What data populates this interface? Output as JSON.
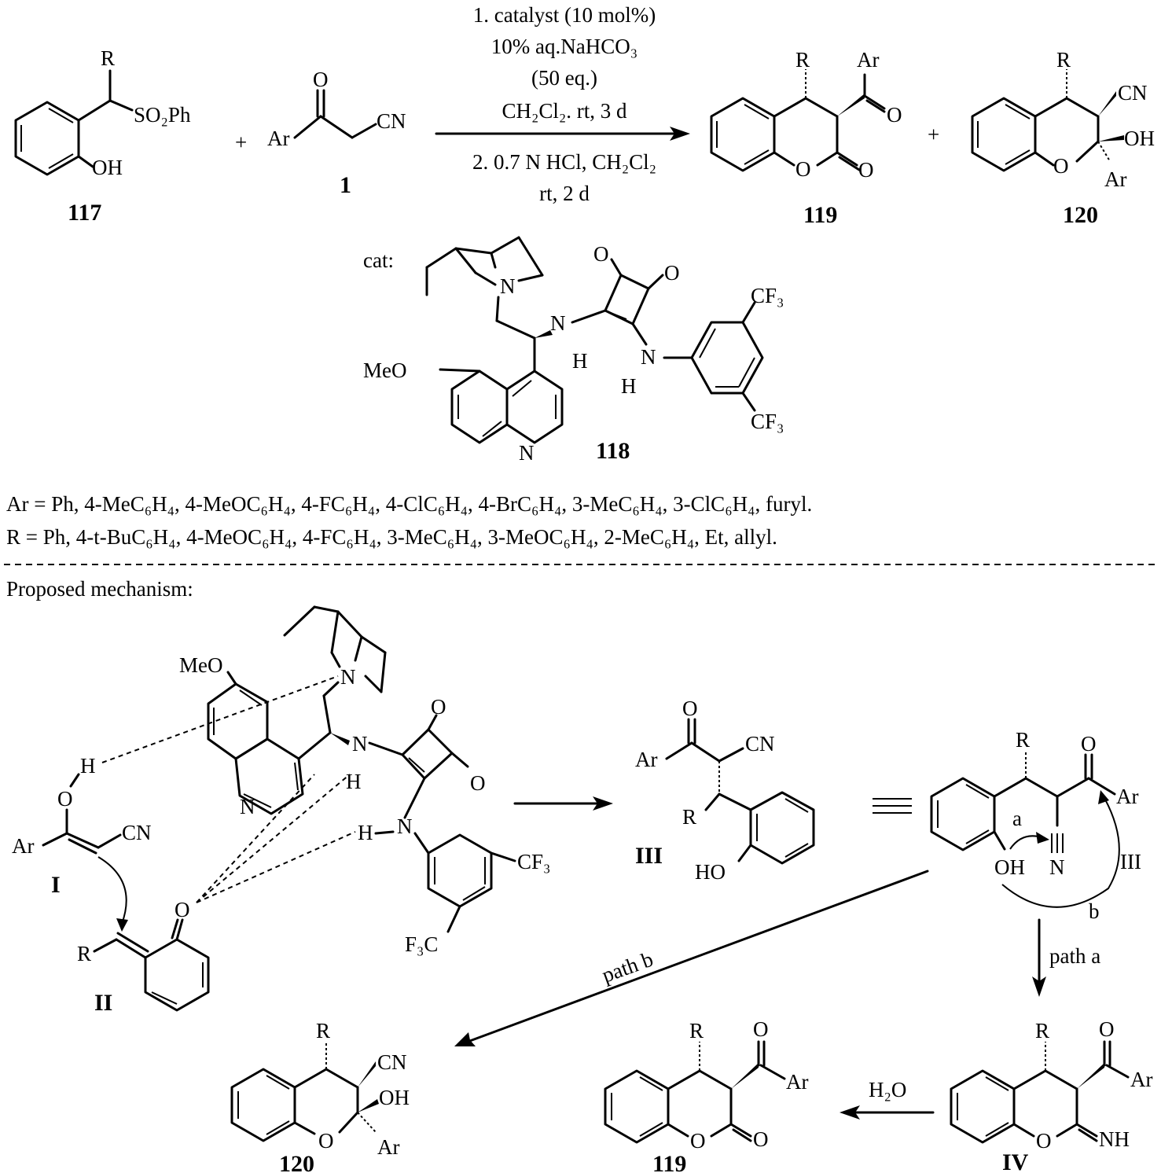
{
  "reaction": {
    "conditions": [
      "1. catalyst (10 mol%)",
      "10% aq.NaHCO₃",
      "(50 eq.)",
      "CH₂Cl₂. rt, 3 d",
      "2. 0.7 N HCl, CH₂Cl₂",
      "rt, 2 d"
    ],
    "plus": "+",
    "compounds": {
      "c117": "117",
      "c1": "1",
      "c119": "119",
      "c120": "120",
      "c118": "118"
    },
    "atoms": {
      "R": "R",
      "SO2Ph": "SO₂Ph",
      "OH": "OH",
      "O": "O",
      "Ar": "Ar",
      "CN": "CN",
      "N": "N",
      "H": "H",
      "MeO": "MeO",
      "CF3": "CF₃",
      "F3C": "F₃C",
      "NH": "NH",
      "HO": "HO"
    },
    "cat_label": "cat:"
  },
  "scope": {
    "ar_line": "Ar = Ph, 4-MeC₆H₄, 4-MeOC₆H₄, 4-FC₆H₄, 4-ClC₆H₄, 4-BrC₆H₄, 3-MeC₆H₄, 3-ClC₆H₄, furyl.",
    "r_line": "R = Ph, 4-t-BuC₆H₄, 4-MeOC₆H₄, 4-FC₆H₄, 3-MeC₆H₄, 3-MeOC₆H₄, 2-MeC₆H₄, Et, allyl."
  },
  "mechanism": {
    "title": "Proposed mechanism:",
    "intermediates": {
      "I": "I",
      "II": "II",
      "III": "III",
      "IV": "IV"
    },
    "path_a": "path a",
    "path_b": "path b",
    "a": "a",
    "b": "b",
    "water": "H₂O"
  }
}
